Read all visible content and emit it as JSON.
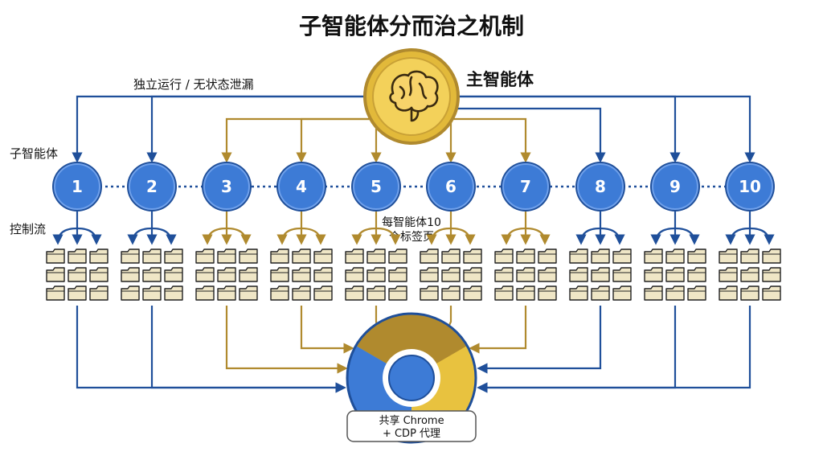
{
  "title": "子智能体分而治之机制",
  "master": {
    "label": "主智能体",
    "icon": "brain-icon"
  },
  "labels": {
    "isolation": "独立运行 / 无状态泄漏",
    "sub_agents": "子智能体",
    "control_flow": "控制流",
    "tabs_per_agent_line1": "每智能体10",
    "tabs_per_agent_line2": "个标签页"
  },
  "agents": [
    {
      "id": "1",
      "branch_color": "blue"
    },
    {
      "id": "2",
      "branch_color": "blue"
    },
    {
      "id": "3",
      "branch_color": "gold"
    },
    {
      "id": "4",
      "branch_color": "gold"
    },
    {
      "id": "5",
      "branch_color": "gold"
    },
    {
      "id": "6",
      "branch_color": "gold"
    },
    {
      "id": "7",
      "branch_color": "gold"
    },
    {
      "id": "8",
      "branch_color": "blue"
    },
    {
      "id": "9",
      "branch_color": "blue"
    },
    {
      "id": "10",
      "branch_color": "blue"
    }
  ],
  "hub": {
    "line1": "共享 Chrome",
    "line2": "+ CDP 代理",
    "icon": "chrome-icon"
  },
  "colors": {
    "blue": "#1f4f9a",
    "node_fill": "#3d7bd6",
    "gold": "#b08a2e",
    "gold_light": "#e8c23f",
    "folder_fill": "#efe6c6"
  }
}
